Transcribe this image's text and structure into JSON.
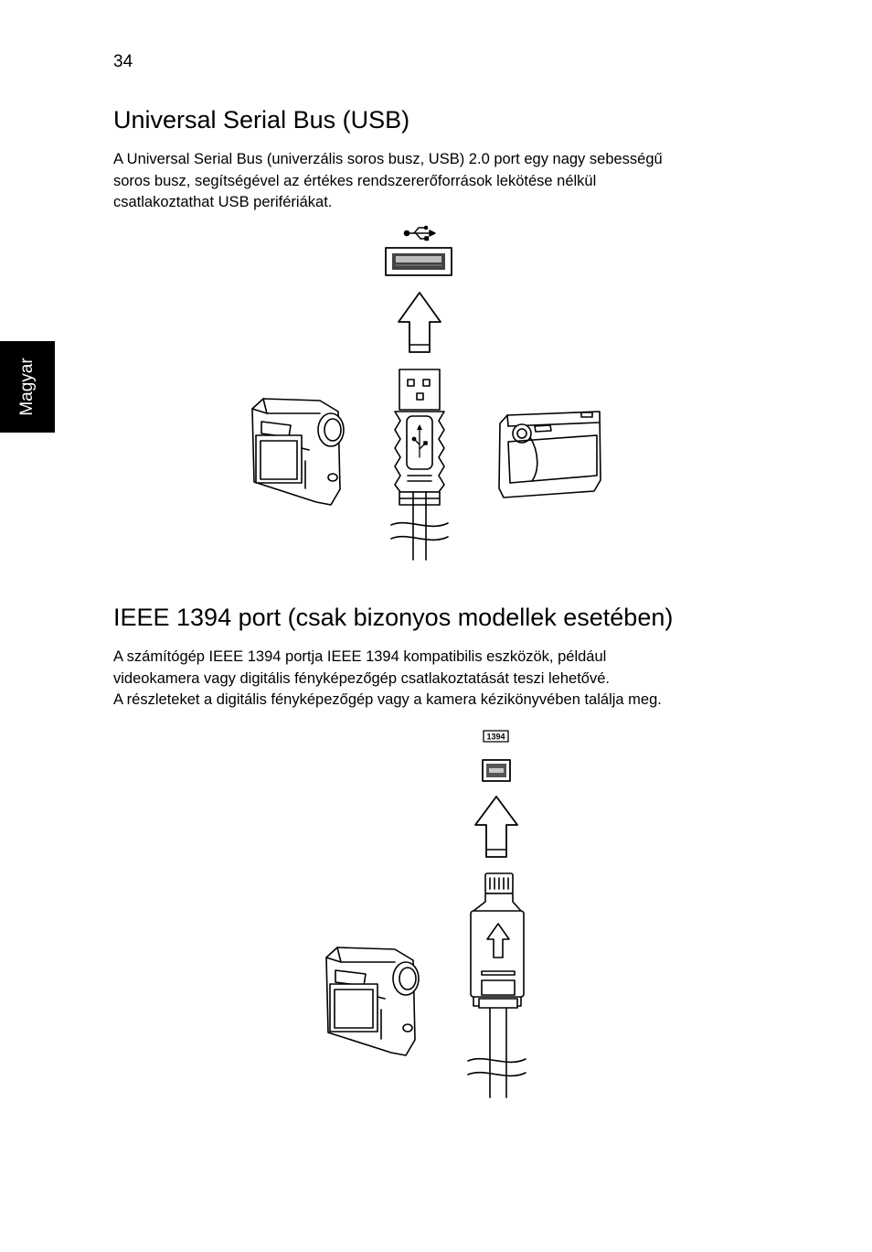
{
  "page": {
    "number": "34",
    "side_tab": "Magyar"
  },
  "usb": {
    "title": "Universal Serial Bus (USB)",
    "lines": [
      "A Universal Serial Bus (univerzális soros busz, USB) 2.0 port egy nagy sebességű",
      "soros busz, segítségével az értékes rendszererőforrások lekötése nélkül",
      "csatlakoztathat USB perifériákat."
    ],
    "figure": {
      "port_icon": "usb-symbol-icon",
      "devices": [
        "camcorder-icon",
        "usb-plug-icon",
        "digital-camera-icon"
      ]
    }
  },
  "ieee": {
    "title": "IEEE 1394 port (csak bizonyos modellek esetében)",
    "lines": [
      "A számítógép IEEE 1394 portja IEEE 1394 kompatibilis eszközök, például",
      "videokamera vagy digitális fényképezőgép csatlakoztatását teszi lehetővé.",
      "A részleteket a digitális fényképezőgép vagy a kamera kézikönyvében találja meg."
    ],
    "figure": {
      "port_label": "1394",
      "devices": [
        "camcorder-icon",
        "firewire-plug-icon"
      ]
    }
  }
}
